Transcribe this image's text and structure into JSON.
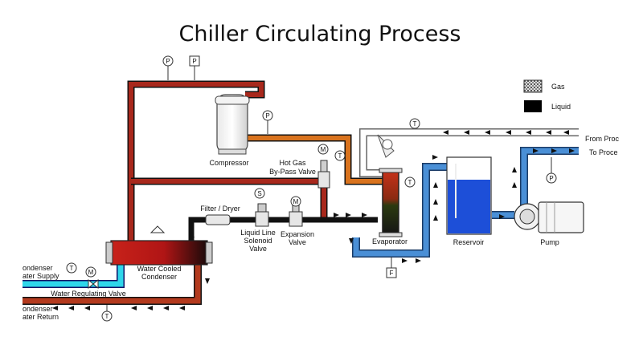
{
  "title": "Chiller Circulating Process",
  "legend": {
    "gas": "Gas",
    "liquid": "Liquid"
  },
  "labels": {
    "compressor": "Compressor",
    "hot_gas_line1": "Hot Gas",
    "hot_gas_line2": "By-Pass Valve",
    "filter_dryer": "Filter / Dryer",
    "solenoid_line1": "Liquid Line",
    "solenoid_line2": "Solenoid",
    "solenoid_line3": "Valve",
    "expansion_line1": "Expansion",
    "expansion_line2": "Valve",
    "evaporator": "Evaporator",
    "reservoir": "Reservoir",
    "pump": "Pump",
    "condenser_line1": "Water Cooled",
    "condenser_line2": "Condenser",
    "from_process": "From Proc",
    "to_process": "To Proce",
    "condenser_supply_line1": "ondenser",
    "condenser_supply_line2": "ater Supply",
    "condenser_return_line1": "ondenser",
    "condenser_return_line2": "ater Return",
    "water_regulating_valve": "Water Regulating Valve"
  },
  "instruments": {
    "pressure": "P",
    "temperature": "T",
    "motor": "M",
    "solenoid": "S",
    "flow": "F"
  },
  "colors": {
    "hot_gas_pipe": "#a8281c",
    "warm_pipe": "#d9731e",
    "liquid_pipe": "#111111",
    "chilled_pipe": "#4a8fd6",
    "condenser_supply": "#2fd6ea",
    "condenser_return": "#b33a1e",
    "reservoir_water": "#1d4fd8"
  }
}
